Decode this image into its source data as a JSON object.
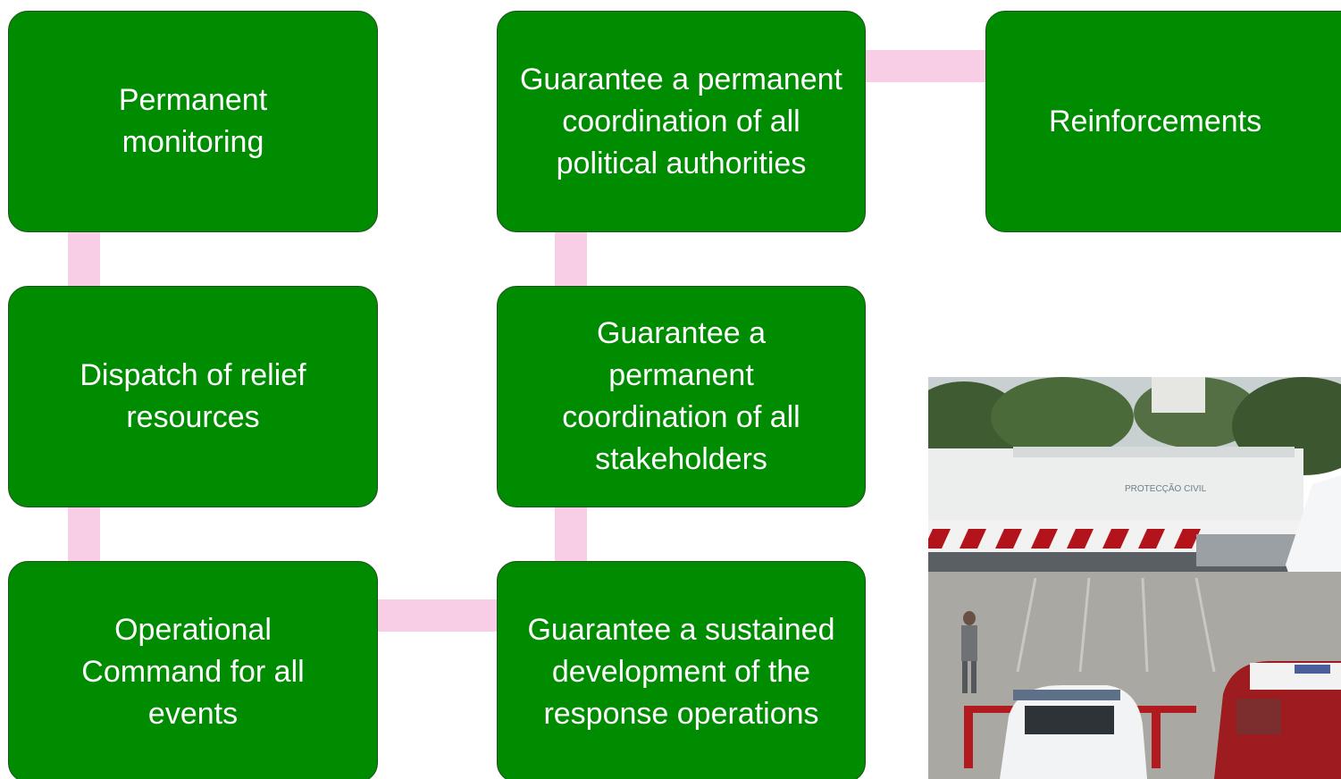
{
  "boxes": {
    "permanent_monitoring": "Permanent monitoring",
    "dispatch": "Dispatch of relief resources",
    "operational_command": "Operational Command for all events",
    "coordination_political": "Guarantee a permanent coordination of all political authorities",
    "coordination_stakeholders": "Guarantee a permanent coordination of all stakeholders",
    "sustained_development": "Guarantee a sustained development of the response operations",
    "reinforcements": "Reinforcements"
  },
  "photo": {
    "trailer_text": "PROTECÇÃO CIVIL"
  },
  "colors": {
    "box_fill": "#008c00",
    "box_border": "#1d4f1d",
    "connector": "#f8cde6",
    "text": "#ffffff"
  }
}
